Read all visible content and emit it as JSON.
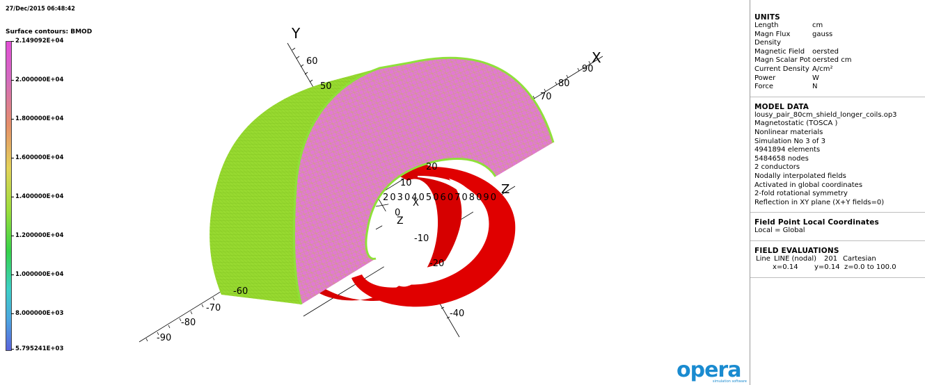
{
  "timestamp": "27/Dec/2015 06:48:42",
  "legend": {
    "title": "Surface contours: BMOD",
    "ticks": [
      "2.149092E+04",
      "2.000000E+04",
      "1.800000E+04",
      "1.600000E+04",
      "1.400000E+04",
      "1.200000E+04",
      "1.000000E+04",
      "8.000000E+03",
      "5.795241E+03"
    ]
  },
  "view": {
    "axis_y_label": "Y",
    "axis_x_label": "X",
    "axis_z_label": "Z",
    "y_ticks": [
      "60",
      "50",
      "20",
      "10",
      "0",
      "-10",
      "-20",
      "-40"
    ],
    "x_ticks": [
      "90",
      "80",
      "70"
    ],
    "neg_ticks": [
      "-60",
      "-70",
      "-80",
      "-90"
    ],
    "z_ticks": "2030405060708090",
    "origin_x": "X",
    "origin_z": "Z"
  },
  "panel": {
    "units_title": "UNITS",
    "units": [
      {
        "k": "Length",
        "v": "cm"
      },
      {
        "k": "Magn Flux Density",
        "v": "gauss"
      },
      {
        "k": "Magnetic Field",
        "v": "oersted"
      },
      {
        "k": "Magn Scalar Pot",
        "v": "oersted cm"
      },
      {
        "k": "Current Density",
        "v": "A/cm²"
      },
      {
        "k": "Power",
        "v": "W"
      },
      {
        "k": "Force",
        "v": "N"
      }
    ],
    "model_title": "MODEL DATA",
    "model": [
      "lousy_pair_80cm_shield_longer_coils.op3",
      "Magnetostatic (TOSCA )",
      "Nonlinear materials",
      "Simulation No 3 of 3",
      "4941894 elements",
      "5484658 nodes",
      "2 conductors",
      "Nodally interpolated fields",
      "Activated in global coordinates",
      "2-fold rotational symmetry",
      "Reflection in XY plane (X+Y fields=0)"
    ],
    "fp_title": "Field Point Local Coordinates",
    "fp": "Local = Global",
    "fe_title": "FIELD EVALUATIONS",
    "fe_line1": [
      "Line",
      "LINE (nodal)",
      "201",
      "Cartesian"
    ],
    "fe_line2": [
      "x=0.14",
      "y=0.14",
      "z=0.0 to 100.0"
    ]
  },
  "logo": {
    "word": "opera",
    "sub": "simulation software"
  },
  "colors": {
    "shield_outer": "#8fdc2c",
    "shield_face": "#e07ad0",
    "coil": "#e00000",
    "mesh": "#c9b36a"
  }
}
